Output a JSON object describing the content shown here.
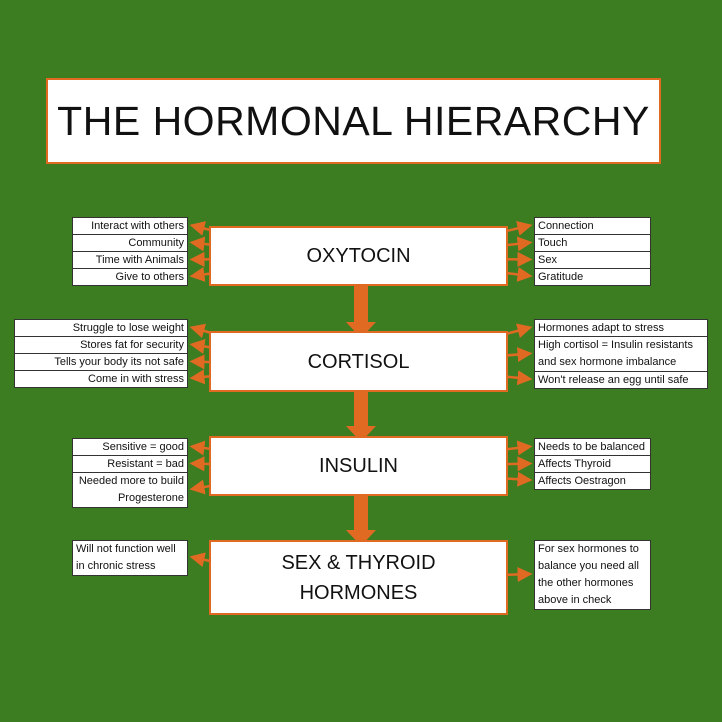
{
  "title": "THE HORMONAL HIERARCHY",
  "colors": {
    "background": "#3c7d22",
    "accent": "#e06a22"
  },
  "hormones": [
    {
      "name": "OXYTOCIN",
      "left": [
        "Interact with others",
        "Community",
        "Time with Animals",
        "Give to others"
      ],
      "right": [
        "Connection",
        "Touch",
        "Sex",
        "Gratitude"
      ]
    },
    {
      "name": "CORTISOL",
      "left": [
        "Struggle to lose weight",
        "Stores fat for security",
        "Tells your body its not safe",
        "Come in with stress"
      ],
      "right": [
        "Hormones adapt to stress",
        "High cortisol = Insulin resistants and sex hormone imbalance",
        "Won't release an egg until safe"
      ]
    },
    {
      "name": "INSULIN",
      "left": [
        "Sensitive = good",
        "Resistant = bad",
        "Needed more to build Progesterone"
      ],
      "right": [
        "Needs to be balanced",
        "Affects Thyroid",
        "Affects Oestragon"
      ]
    },
    {
      "name_line1": "SEX & THYROID",
      "name_line2": "HORMONES",
      "left": [
        "Will not function well in chronic stress"
      ],
      "right": [
        "For sex hormones to balance you need all the other hormones above in check"
      ]
    }
  ]
}
